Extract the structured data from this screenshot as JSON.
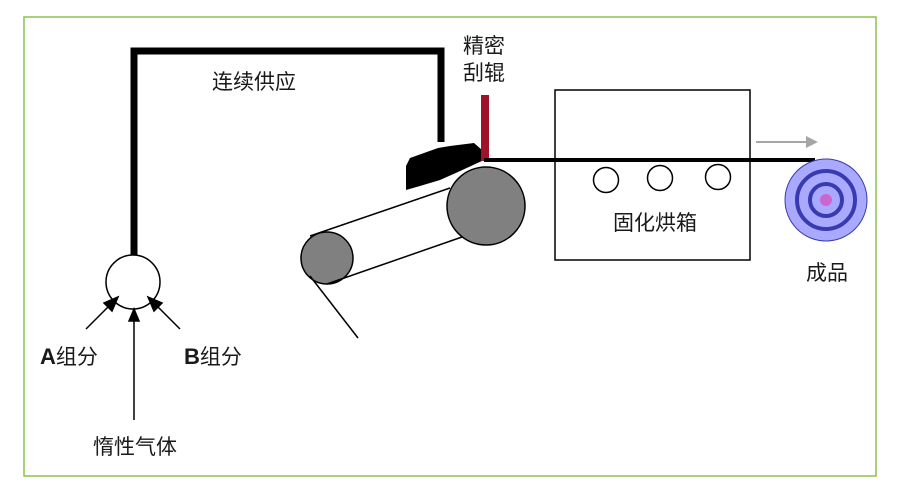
{
  "labels": {
    "continuous_supply": "连续供应",
    "blade_line1": "精密",
    "blade_line2": "刮辊",
    "oven": "固化烘箱",
    "product": "成品",
    "component_a_letter": "A",
    "component_a_rest": "组分",
    "component_b_letter": "B",
    "component_b_rest": "组分",
    "inert_gas": "惰性气体"
  },
  "colors": {
    "frame": "#8cc34a",
    "line": "#000000",
    "blade": "#a0122a",
    "roller": "#808080",
    "roll_light": "#a9a9ff",
    "roll_dark": "#3a3ab0",
    "roll_center": "#cc66cc",
    "arrow": "#a6a6a6"
  }
}
